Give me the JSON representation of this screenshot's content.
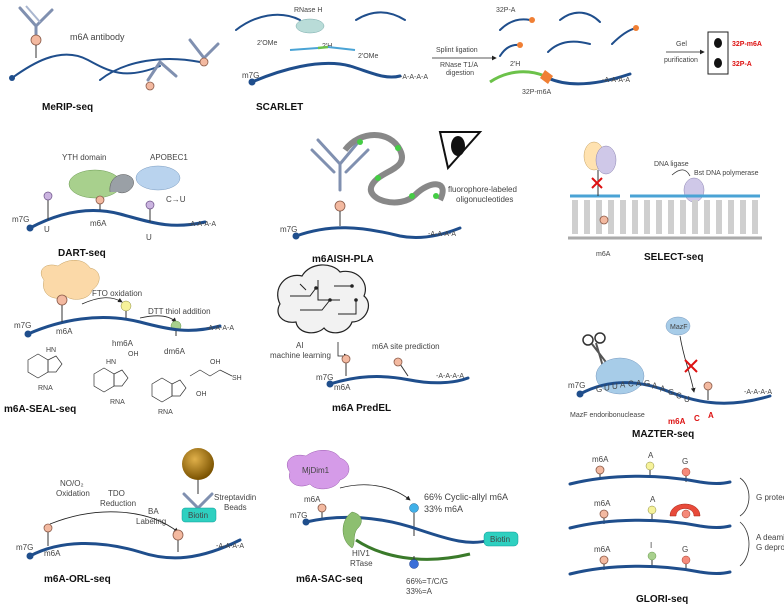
{
  "panels": {
    "merip": {
      "title": "MeRIP-seq",
      "antibody_label": "m6A antibody"
    },
    "scarlet": {
      "title": "SCARLET",
      "rnase_h": "RNase H",
      "ome_left": "2'OMe",
      "ome_right": "2'OMe",
      "h2_top": "2'H",
      "m7g": "m7G",
      "polya": "-A-A-A-A",
      "step1a": "Splint ligation",
      "step1b": "RNase T1/A",
      "step1c": "digestion",
      "p32a_top": "32P-A",
      "h2_mid": "2'H",
      "p32m6a_mid": "32P-m6A",
      "polya_mid": "-A-A-A-A",
      "step2a": "Gel",
      "step2b": "purification",
      "result1": "32P-m6A",
      "result2": "32P-A"
    },
    "dart": {
      "title": "DART-seq",
      "ythdomain": "YTH domain",
      "apobec": "APOBEC1",
      "ctou": "C→U",
      "m7g": "m7G",
      "u1": "U",
      "m6a": "m6A",
      "u2": "U",
      "polya": "-A-A-A-A"
    },
    "m6aish": {
      "title": "m6AISH-PLA",
      "m7g": "m7G",
      "polya": "-A-A-A-A",
      "fluor1": "fluorophore-labeled",
      "fluor2": "oligonucleotides"
    },
    "select": {
      "title": "SELECT-seq",
      "ligase": "DNA ligase",
      "bst": "Bst DNA polymerase",
      "m6a": "m6A"
    },
    "seal": {
      "title": "m6A-SEAL-seq",
      "fto": "FTO oxidation",
      "dtt": "DTT thiol addition",
      "m7g": "m7G",
      "m6a": "m6A",
      "hm6a": "hm6A",
      "dm6a": "dm6A",
      "polya": "-A-A-A-A",
      "hn1": "HN",
      "hn2": "HN",
      "oh": "OH",
      "rna1": "RNA",
      "rna2": "RNA",
      "rna3": "RNA",
      "oh2": "OH",
      "oh3": "OH",
      "sh": "SH"
    },
    "predel": {
      "title": "m6A PredEL",
      "ai1": "AI",
      "ai2": "machine learning",
      "pred": "m6A site prediction",
      "m7g": "m7G",
      "m6a": "m6A",
      "polya": "-A-A-A-A"
    },
    "mazter": {
      "title": "MAZTER-seq",
      "m7g": "m7G",
      "mazf_bubble": "MazF",
      "mazf_label": "MazF endoribonuclease",
      "polya": "-A-A-A-A",
      "seq": [
        "G",
        "U",
        "U",
        "A",
        "C",
        "A",
        "G",
        "A",
        "A",
        "G",
        "C",
        "U"
      ],
      "m6a": "m6A",
      "c": "C",
      "a": "A"
    },
    "orl": {
      "title": "m6A-ORL-seq",
      "no": "NO/O₂",
      "ox": "Oxidation",
      "tdo1": "TDO",
      "tdo2": "Reduction",
      "ba1": "BA",
      "ba2": "Labeling",
      "strep1": "Streptavidin",
      "strep2": "Beads",
      "biotin": "Biotin",
      "m7g": "m7G",
      "m6a": "m6A",
      "polya": "-A-A-A-A"
    },
    "sac": {
      "title": "m6A-SAC-seq",
      "mjdim": "MjDim1",
      "m6a": "m6A",
      "m7g": "m7G",
      "cyclic": "66% Cyclic-allyl m6A",
      "m6a33": "33% m6A",
      "biotin": "Biotin",
      "hiv1": "HIV1",
      "rtase": "RTase",
      "res1": "66%=T/C/G",
      "res2": "33%=A"
    },
    "glori": {
      "title": "GLORI-seq",
      "m6a1": "m6A",
      "a1": "A",
      "g1": "G",
      "m6a2": "m6A",
      "a2": "A",
      "m6a3": "m6A",
      "i3": "I",
      "g3": "G",
      "gprot": "G protection",
      "deam1": "A deamination",
      "deam2": "G deprotection"
    }
  },
  "colors": {
    "rna": "#1f4e8c",
    "mark": "#f3b9a0",
    "red": "#dd1111",
    "biotin": "#2ed0c0",
    "mjdim": "#d59be8"
  }
}
